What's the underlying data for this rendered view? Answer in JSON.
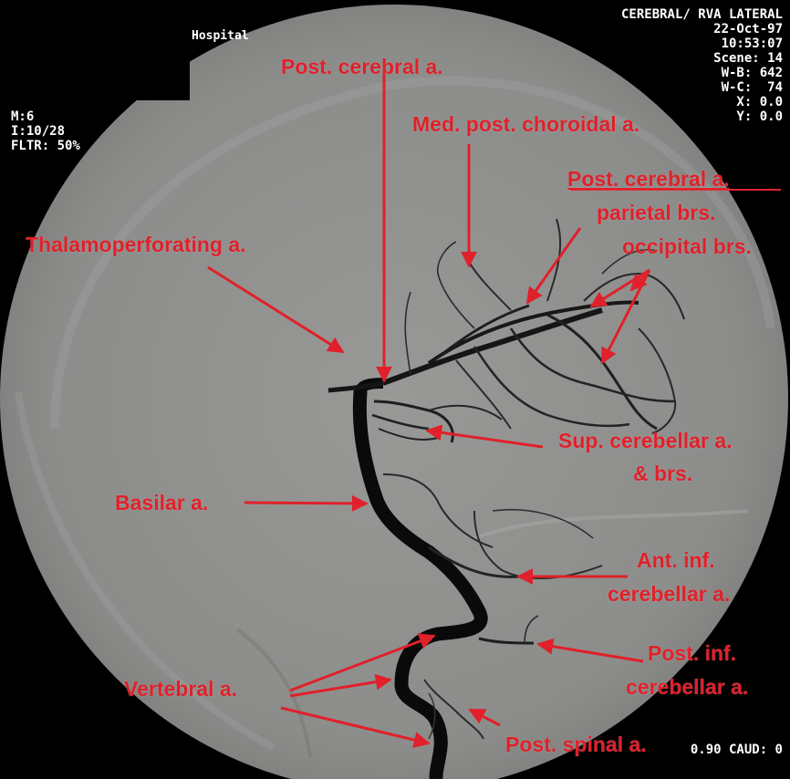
{
  "header": {
    "hospital": "Hospital",
    "study": "CEREBRAL/ RVA LATERAL",
    "date": "22-Oct-97",
    "time": "10:53:07",
    "scene": "Scene: 14",
    "wb": "W-B: 642",
    "wc": "W-C:  74",
    "x": "X: 0.0",
    "y": "Y: 0.0"
  },
  "left_info": {
    "m": "M:6",
    "i": "I:10/28",
    "fltr": "FLTR: 50%"
  },
  "footer": {
    "caud": "0.90 CAUD: 0"
  },
  "colors": {
    "label": "#e0202a",
    "background": "#000000",
    "film": "#8e8f8d"
  },
  "labels": {
    "post_cerebral": "Post. cerebral a.",
    "med_post_choroidal": "Med. post. choroidal a.",
    "post_cerebral_2": "Post. cerebral a.",
    "parietal": "parietal brs.",
    "occipital": "occipital brs.",
    "thalamoperforating": "Thalamoperforating a.",
    "sup_cerebellar": "Sup. cerebellar a.",
    "sup_cerebellar_brs": "& brs.",
    "basilar": "Basilar a.",
    "ant_inf_1": "Ant. inf.",
    "ant_inf_2": "cerebellar a.",
    "post_inf_1": "Post. inf.",
    "post_inf_2": "cerebellar a.",
    "vertebral": "Vertebral a.",
    "post_spinal": "Post. spinal a."
  }
}
